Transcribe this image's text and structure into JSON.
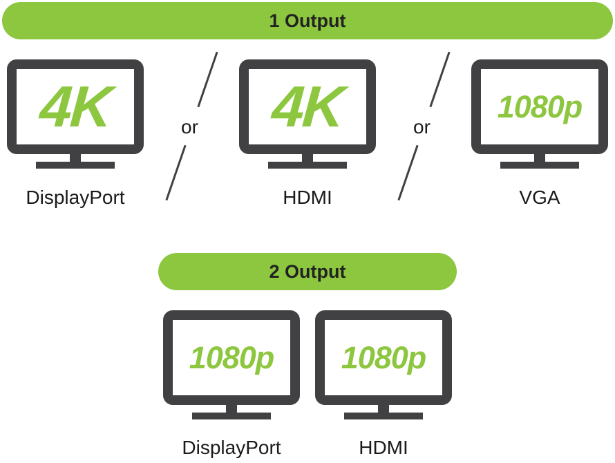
{
  "sections": [
    {
      "title": "1 Output",
      "monitors": [
        {
          "resolution": "4K",
          "port": "DisplayPort"
        },
        {
          "resolution": "4K",
          "port": "HDMI"
        },
        {
          "resolution": "1080p",
          "port": "VGA"
        }
      ],
      "separator": "or"
    },
    {
      "title": "2 Output",
      "monitors": [
        {
          "resolution": "1080p",
          "port": "DisplayPort"
        },
        {
          "resolution": "1080p",
          "port": "HDMI"
        }
      ]
    }
  ],
  "colors": {
    "accent": "#8dc63f",
    "monitor_frame": "#414042",
    "text": "#1a1a1a"
  },
  "icons": [
    "monitor-icon",
    "slash-divider"
  ]
}
